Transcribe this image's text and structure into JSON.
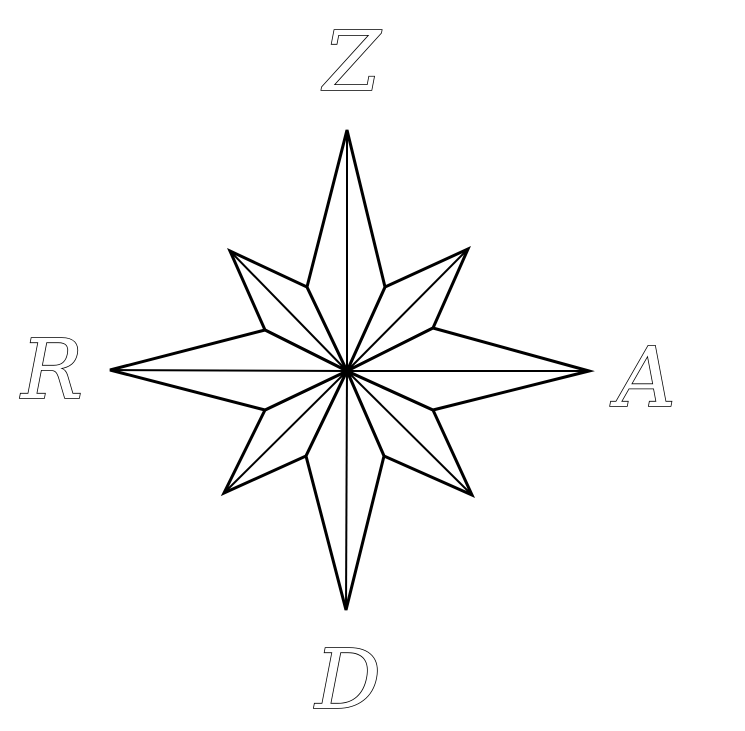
{
  "compass": {
    "north_label": "Z",
    "east_label": "A",
    "south_label": "D",
    "west_label": "R"
  },
  "colors": {
    "stroke": "#000000",
    "fill": "#ffffff",
    "background": "#ffffff"
  }
}
